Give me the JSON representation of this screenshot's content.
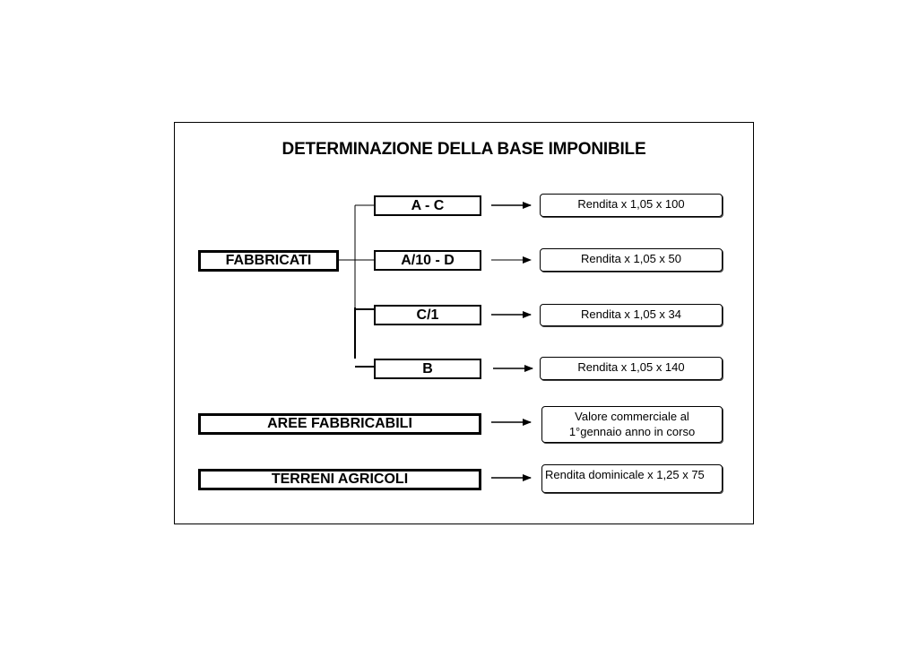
{
  "title": "DETERMINAZIONE DELLA BASE IMPONIBILE",
  "fabbricati": {
    "label": "FABBRICATI",
    "categories": [
      {
        "label": "A - C",
        "result": "Rendita x 1,05 x 100"
      },
      {
        "label": "A/10 - D",
        "result": "Rendita x 1,05 x 50"
      },
      {
        "label": "C/1",
        "result": "Rendita x 1,05 x 34"
      },
      {
        "label": "B",
        "result": "Rendita x 1,05 x 140"
      }
    ]
  },
  "aree": {
    "label": "AREE FABBRICABILI",
    "result_line1": "Valore commerciale al",
    "result_line2": "1°gennaio anno in corso"
  },
  "terreni": {
    "label": "TERRENI AGRICOLI",
    "result": "Rendita dominicale x 1,25 x 75"
  }
}
